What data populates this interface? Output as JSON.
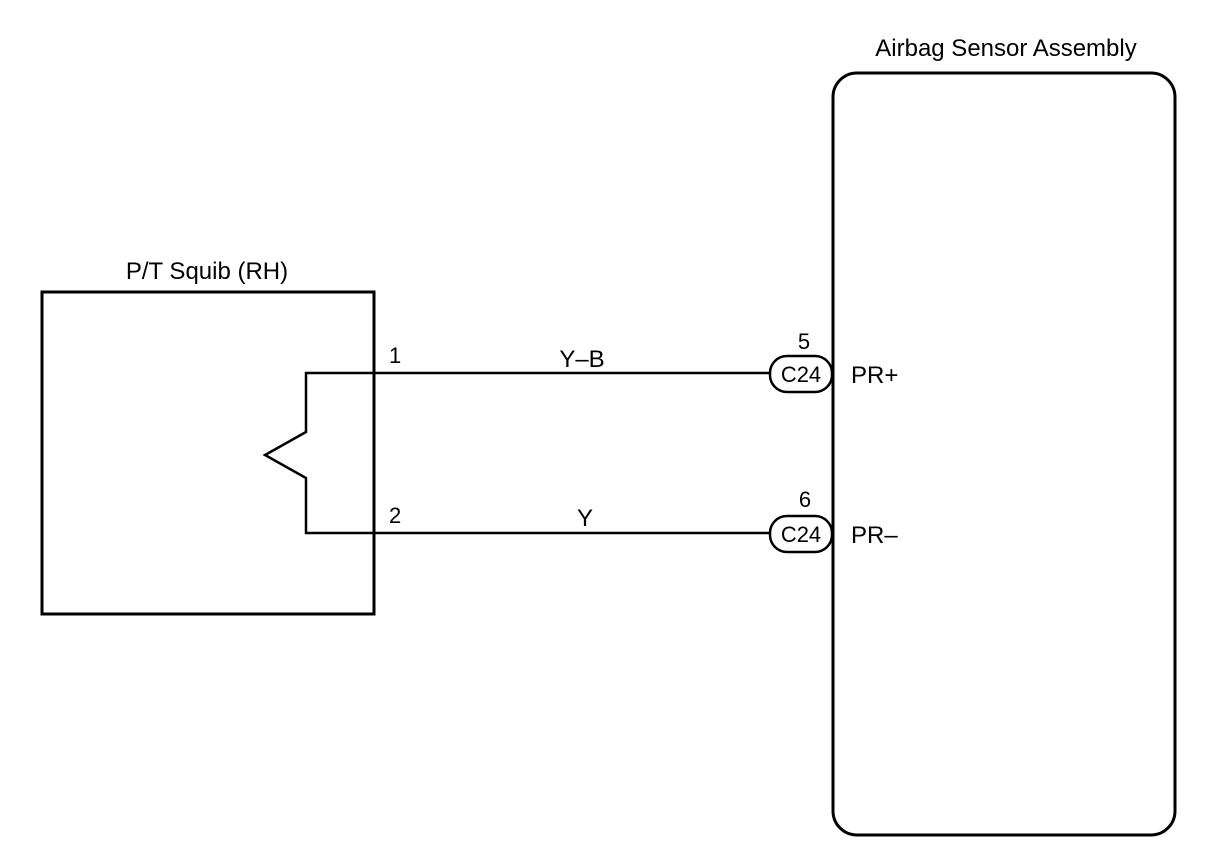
{
  "components": {
    "squib": {
      "title": "P/T Squib (RH)"
    },
    "sensor": {
      "title": "Airbag Sensor Assembly"
    }
  },
  "wires": [
    {
      "squib_pin": "1",
      "color_code": "Y–B",
      "connector": "C24",
      "connector_pin": "5",
      "terminal": "PR+"
    },
    {
      "squib_pin": "2",
      "color_code": "Y",
      "connector": "C24",
      "connector_pin": "6",
      "terminal": "PR–"
    }
  ],
  "colors": {
    "line": "#000000",
    "background": "#ffffff"
  }
}
